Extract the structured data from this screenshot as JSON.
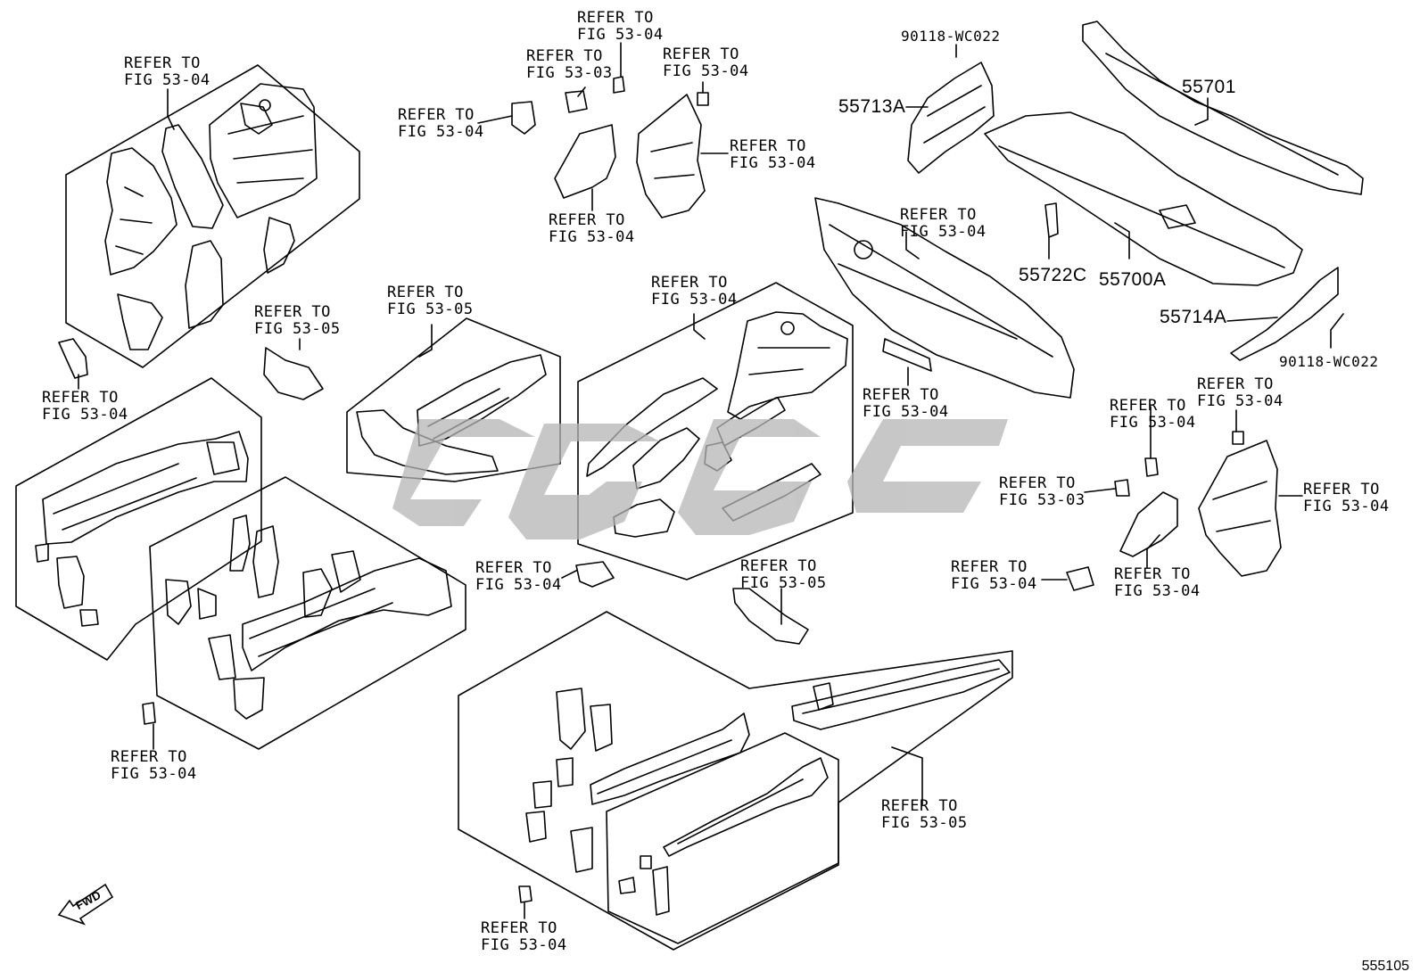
{
  "diagram_code": "555105",
  "fwd_label": "FWD",
  "watermark": "CGC",
  "parts": [
    {
      "id": "p1",
      "number": "90118-WC022"
    },
    {
      "id": "p2",
      "number": "55713A"
    },
    {
      "id": "p3",
      "number": "55701"
    },
    {
      "id": "p4",
      "number": "55722C"
    },
    {
      "id": "p5",
      "number": "55700A"
    },
    {
      "id": "p6",
      "number": "55714A"
    },
    {
      "id": "p7",
      "number": "90118-WC022"
    }
  ],
  "refs": [
    {
      "id": "r1",
      "text": "REFER TO\nFIG 53-04"
    },
    {
      "id": "r2",
      "text": "REFER TO\nFIG 53-04"
    },
    {
      "id": "r3",
      "text": "REFER TO\nFIG 53-03"
    },
    {
      "id": "r4",
      "text": "REFER TO\nFIG 53-04"
    },
    {
      "id": "r5",
      "text": "REFER TO\nFIG 53-04"
    },
    {
      "id": "r6",
      "text": "REFER TO\nFIG 53-04"
    },
    {
      "id": "r7",
      "text": "REFER TO\nFIG 53-04"
    },
    {
      "id": "r8",
      "text": "REFER TO\nFIG 53-04"
    },
    {
      "id": "r9",
      "text": "REFER TO\nFIG 53-05"
    },
    {
      "id": "r10",
      "text": "REFER TO\nFIG 53-05"
    },
    {
      "id": "r11",
      "text": "REFER TO\nFIG 53-04"
    },
    {
      "id": "r12",
      "text": "REFER TO\nFIG 53-04"
    },
    {
      "id": "r13",
      "text": "REFER TO\nFIG 53-04"
    },
    {
      "id": "r14",
      "text": "REFER TO\nFIG 53-04"
    },
    {
      "id": "r15",
      "text": "REFER TO\nFIG 53-04"
    },
    {
      "id": "r16",
      "text": "REFER TO\nFIG 53-04"
    },
    {
      "id": "r17",
      "text": "REFER TO\nFIG 53-03"
    },
    {
      "id": "r18",
      "text": "REFER TO\nFIG 53-04"
    },
    {
      "id": "r19",
      "text": "REFER TO\nFIG 53-04"
    },
    {
      "id": "r20",
      "text": "REFER TO\nFIG 53-04"
    },
    {
      "id": "r21",
      "text": "REFER TO\nFIG 53-05"
    },
    {
      "id": "r22",
      "text": "REFER TO\nFIG 53-05"
    },
    {
      "id": "r23",
      "text": "REFER TO\nFIG 53-04"
    },
    {
      "id": "r24",
      "text": "REFER TO\nFIG 53-04"
    }
  ]
}
